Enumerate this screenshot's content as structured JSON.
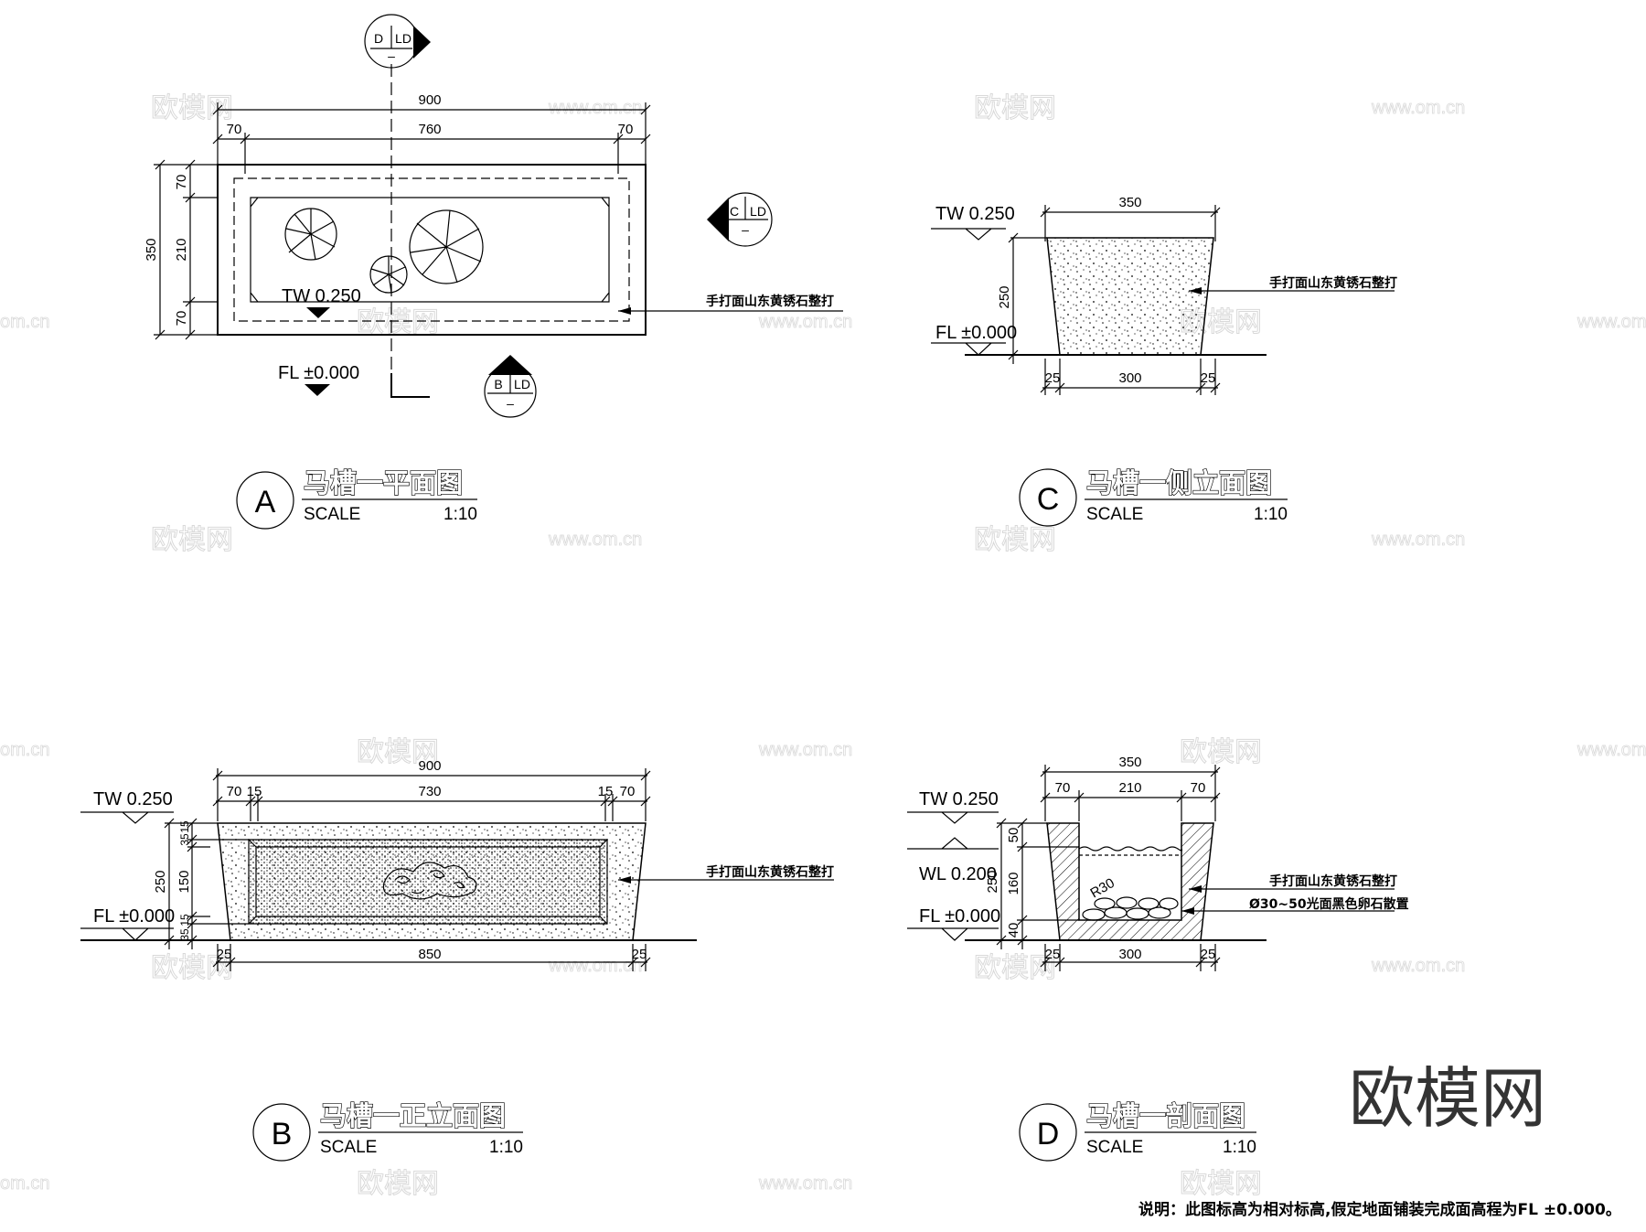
{
  "watermarks": {
    "brand_cn": "欧模网",
    "site": "www.om.cn",
    "site_partial": "om.cn"
  },
  "brand_logo": "欧模网",
  "footnote": "说明：此图标高为相对标高,假定地面铺装完成面高程为FL ±0.000。",
  "levels": {
    "tw": "TW  0.250",
    "fl": "FL  ±0.000",
    "wl": "WL  0.200"
  },
  "material_note": "手打面山东黄锈石整打",
  "pebble_note": "Ø30~50光面黑色卵石散置",
  "radius_note": "R30",
  "section_markers": {
    "ld": "LD",
    "dash": "–",
    "b": "B",
    "c": "C",
    "d": "D"
  },
  "views": {
    "plan": {
      "letter": "A",
      "title": "马槽一平面图",
      "scale_label": "SCALE",
      "scale_value": "1:10",
      "dims": {
        "overall": "900",
        "left": "70",
        "mid": "760",
        "right": "70",
        "height": "350",
        "top": "70",
        "center": "210",
        "bottom": "70"
      }
    },
    "side": {
      "letter": "C",
      "title": "马槽一侧立面图",
      "scale_label": "SCALE",
      "scale_value": "1:10",
      "dims": {
        "top": "350",
        "height": "250",
        "bl": "25",
        "bmid": "300",
        "br": "25"
      }
    },
    "front": {
      "letter": "B",
      "title": "马槽一正立面图",
      "scale_label": "SCALE",
      "scale_value": "1:10",
      "dims": {
        "overall": "900",
        "a": "70",
        "b": "15",
        "mid": "730",
        "c": "15",
        "d": "70",
        "height": "250",
        "v1": "15",
        "v2": "35",
        "v3": "150",
        "v4": "15",
        "v5": "35",
        "bl": "25",
        "bmid": "850",
        "br": "25"
      }
    },
    "section": {
      "letter": "D",
      "title": "马槽一剖面图",
      "scale_label": "SCALE",
      "scale_value": "1:10",
      "dims": {
        "top": "350",
        "a": "70",
        "mid": "210",
        "b": "70",
        "height": "250",
        "v1": "50",
        "v2": "160",
        "v3": "40",
        "bl": "25",
        "bmid": "300",
        "br": "25"
      }
    }
  }
}
